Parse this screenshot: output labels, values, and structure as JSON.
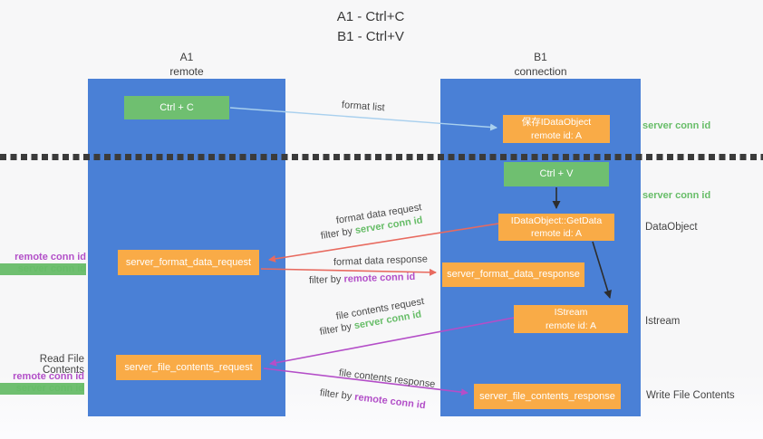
{
  "title": {
    "line1": "A1 - Ctrl+C",
    "line2": "B1 - Ctrl+V"
  },
  "lanes": {
    "left": {
      "name": "A1",
      "role": "remote"
    },
    "right": {
      "name": "B1",
      "role": "connection"
    }
  },
  "nodes": {
    "ctrl_c": {
      "label": "Ctrl + C"
    },
    "save_dataobject": {
      "line1": "保存IDataObject",
      "line2": "remote id: A"
    },
    "ctrl_v": {
      "label": "Ctrl + V"
    },
    "getdata": {
      "line1": "IDataObject::GetData",
      "line2": "remote id: A"
    },
    "istream": {
      "line1": "IStream",
      "line2": "remote id: A"
    },
    "format_request": {
      "label": "server_format_data_request"
    },
    "format_response": {
      "label": "server_format_data_response"
    },
    "file_request": {
      "label": "server_file_contents_request"
    },
    "file_response": {
      "label": "server_file_contents_response"
    }
  },
  "arrow_labels": {
    "format_list": "format list",
    "format_data_request": "format data request",
    "format_data_response": "format data response",
    "file_contents_request": "file contents request",
    "file_contents_response": "file contents response",
    "filter_by": "filter by "
  },
  "annotations": {
    "server_conn_id": "server conn id",
    "remote_conn_id": "remote conn id",
    "dataobject": "DataObject",
    "istream": "Istream",
    "read_file_contents": "Read File Contents",
    "write_file_contents": "Write File Contents"
  },
  "colors": {
    "lane_blue": "#4a80d6",
    "box_green": "#6fbf70",
    "box_orange": "#f9ab47",
    "arrow_red": "#e86a5f",
    "arrow_purple": "#b44ec8",
    "arrow_blue": "#a9d0ee",
    "arrow_black": "#2d2d2d",
    "text_green": "#67bd68",
    "text_purple": "#b24fc8"
  }
}
